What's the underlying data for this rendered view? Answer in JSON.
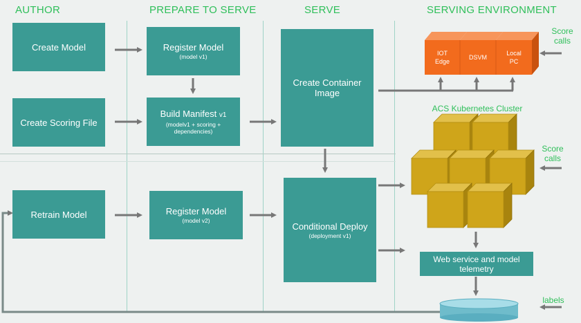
{
  "headers": {
    "author": "AUTHOR",
    "prepare": "PREPARE TO SERVE",
    "serve": "SERVE",
    "environment": "SERVING ENVIRONMENT"
  },
  "author": {
    "create_model": "Create Model",
    "create_scoring_file": "Create Scoring File",
    "retrain_model": "Retrain Model"
  },
  "prepare": {
    "register_v1": {
      "title": "Register Model",
      "sub": "(model v1)"
    },
    "build_manifest": {
      "title": "Build Manifest",
      "title_suffix": "v1",
      "sub": "(modelv1 + scoring + dependencies)"
    },
    "register_v2": {
      "title": "Register Model",
      "sub": "(model v2)"
    }
  },
  "serve": {
    "create_container": "Create Container Image",
    "conditional_deploy": {
      "title": "Conditional Deploy",
      "sub": "(deployment v1)"
    }
  },
  "environment": {
    "edge_targets": [
      {
        "label": "IOT\nEdge"
      },
      {
        "label": "DSVM"
      },
      {
        "label": "Local\nPC"
      }
    ],
    "score_calls_top": "Score\ncalls",
    "cluster_title": "ACS Kubernetes Cluster",
    "score_calls_mid": "Score\ncalls",
    "telemetry": "Web service and model telemetry",
    "labels": "labels"
  },
  "colors": {
    "teal": "#3b9b94",
    "orange": "#f26b1d",
    "gold": "#cfa51a",
    "green_text": "#2fbf5a",
    "arrow": "#777777",
    "db": "#8fd1de"
  }
}
